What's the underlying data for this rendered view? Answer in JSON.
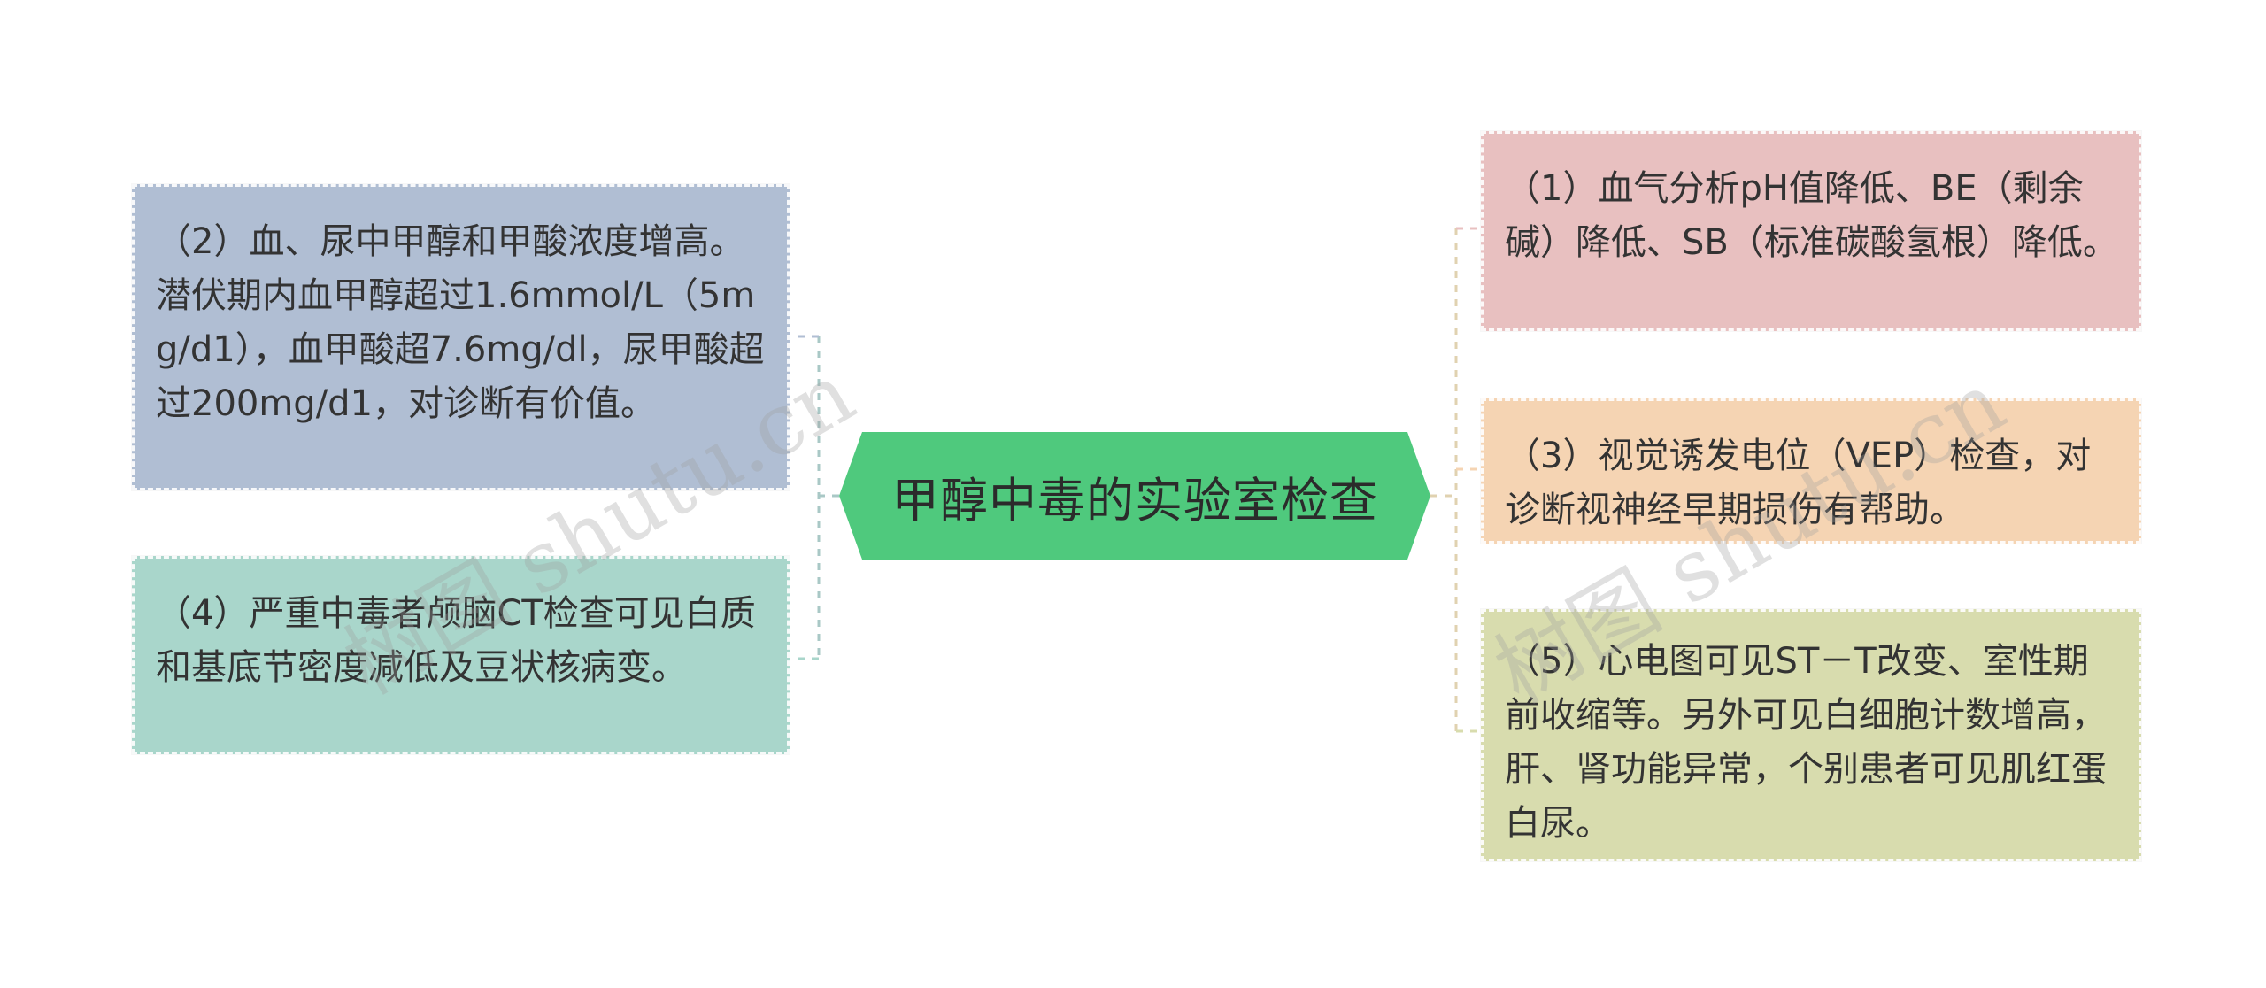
{
  "center": {
    "label": "甲醇中毒的实验室检查",
    "color": "#4fc97d"
  },
  "left_nodes": [
    {
      "id": "n2",
      "text": "（2）血、尿中甲醇和甲酸浓度增高。潜伏期内血甲醇超过1.6mmol/L（5mg/d1），血甲酸超7.6mg/dl，尿甲酸超过200mg/d1，对诊断有价值。",
      "color": "#b0bed3"
    },
    {
      "id": "n4",
      "text": "（4）严重中毒者颅脑CT检查可见白质和基底节密度减低及豆状核病变。",
      "color": "#a9d6cb"
    }
  ],
  "right_nodes": [
    {
      "id": "n1",
      "text": "（1）血气分析pH值降低、BE（剩余碱）降低、SB（标准碳酸氢根）降低。",
      "color": "#e8c0c0"
    },
    {
      "id": "n3",
      "text": "（3）视觉诱发电位（VEP）检查，对诊断视神经早期损伤有帮助。",
      "color": "#f5d4b3"
    },
    {
      "id": "n5",
      "text": "（5）心电图可见ST－T改变、室性期前收缩等。另外可见白细胞计数增高，肝、肾功能异常，个别患者可见肌红蛋白尿。",
      "color": "#d8dcae"
    }
  ],
  "watermark": "树图 shutu.cn",
  "connector_colors": {
    "left": "#a9c8c6",
    "right": "#e0d2b0"
  }
}
